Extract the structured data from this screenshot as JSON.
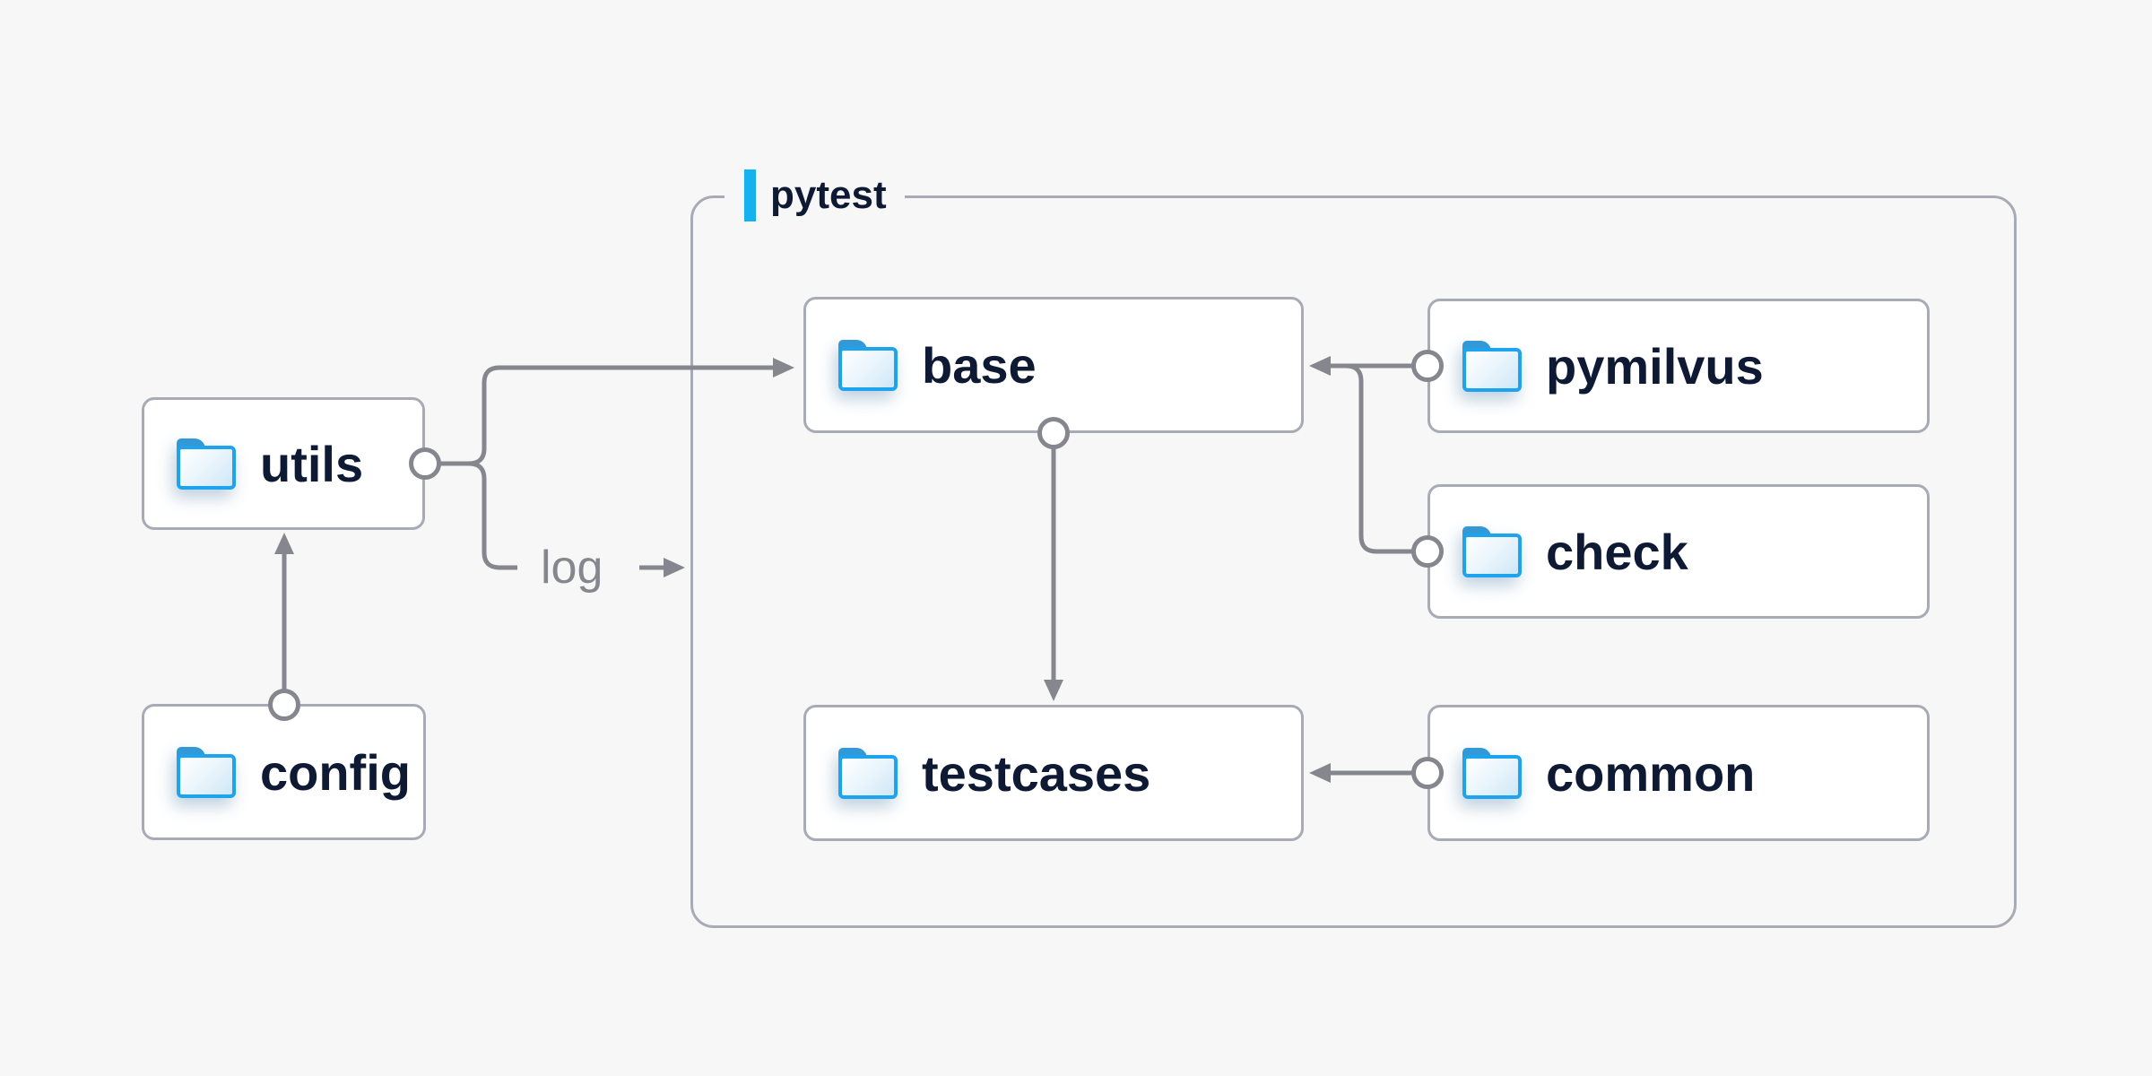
{
  "diagram": {
    "container": {
      "label": "pytest"
    },
    "nodes": {
      "utils": {
        "label": "utils"
      },
      "config": {
        "label": "config"
      },
      "base": {
        "label": "base"
      },
      "pymilvus": {
        "label": "pymilvus"
      },
      "check": {
        "label": "check"
      },
      "testcases": {
        "label": "testcases"
      },
      "common": {
        "label": "common"
      }
    },
    "edge_label": {
      "log": "log"
    },
    "edges": [
      {
        "from": "config",
        "to": "utils"
      },
      {
        "from": "utils",
        "to": "base"
      },
      {
        "from": "utils",
        "to": "pytest-container",
        "label": "log"
      },
      {
        "from": "pymilvus",
        "to": "base"
      },
      {
        "from": "check",
        "to": "base"
      },
      {
        "from": "base",
        "to": "testcases"
      },
      {
        "from": "common",
        "to": "testcases"
      }
    ],
    "colors": {
      "background": "#f7f7f8",
      "box_border": "#a8aab5",
      "line_gray": "#85868e",
      "text_navy": "#0e1a34",
      "accent_cyan": "#14b3f0",
      "folder_blue": "#1ea3ef"
    }
  }
}
